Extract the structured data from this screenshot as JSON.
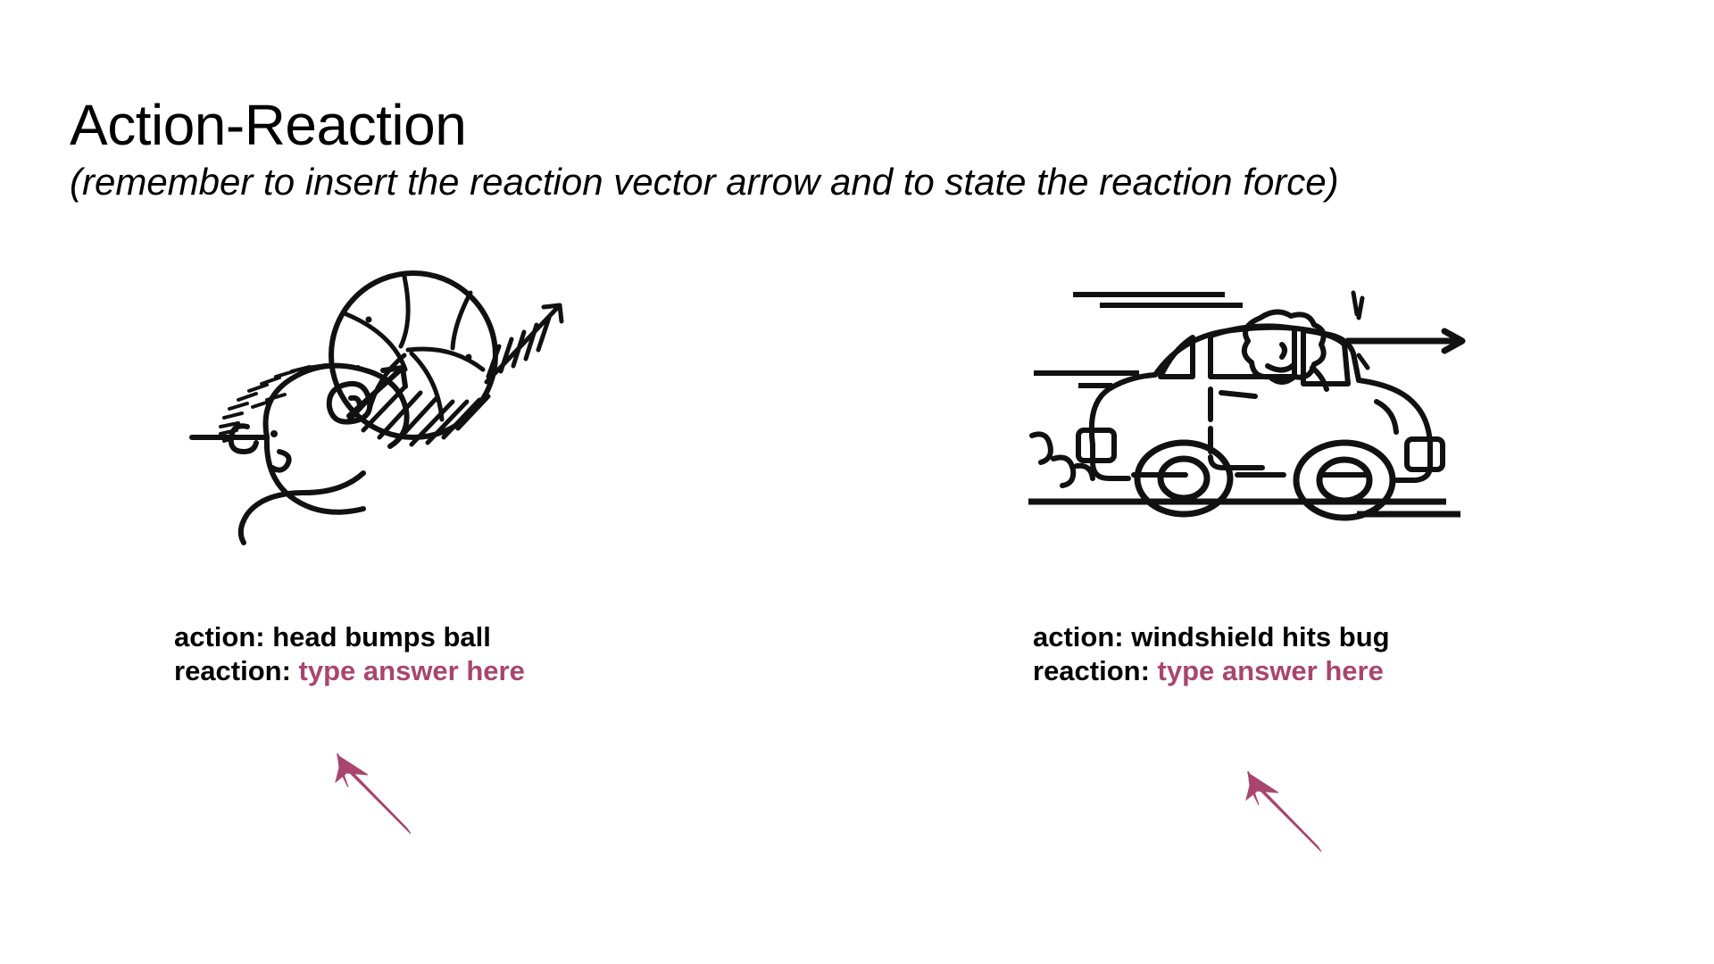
{
  "slide": {
    "title": "Action-Reaction",
    "subtitle": "(remember to insert the reaction vector arrow and to state the reaction force)",
    "background_color": "#ffffff",
    "text_color": "#000000",
    "accent_color": "#A9456E"
  },
  "panels": [
    {
      "id": "head-ball",
      "figure_name": "head-bumps-ball-illustration",
      "figure_description": "line drawing of a person's head heading a soccer ball with motion lines",
      "action_label": "action:",
      "action_text": "head bumps ball",
      "reaction_label": "reaction:",
      "reaction_placeholder": "type answer here",
      "annotation_arrow": {
        "name": "annotation-arrow-left",
        "color": "#A9456E",
        "direction": "up-left"
      }
    },
    {
      "id": "car-bug",
      "figure_name": "car-hits-bug-illustration",
      "figure_description": "line drawing of a cartoon car driving right with speed lines and a force arrow",
      "action_label": "action:",
      "action_text": "windshield hits bug",
      "reaction_label": "reaction:",
      "reaction_placeholder": "type answer here",
      "annotation_arrow": {
        "name": "annotation-arrow-right",
        "color": "#A9456E",
        "direction": "up-left"
      }
    }
  ]
}
